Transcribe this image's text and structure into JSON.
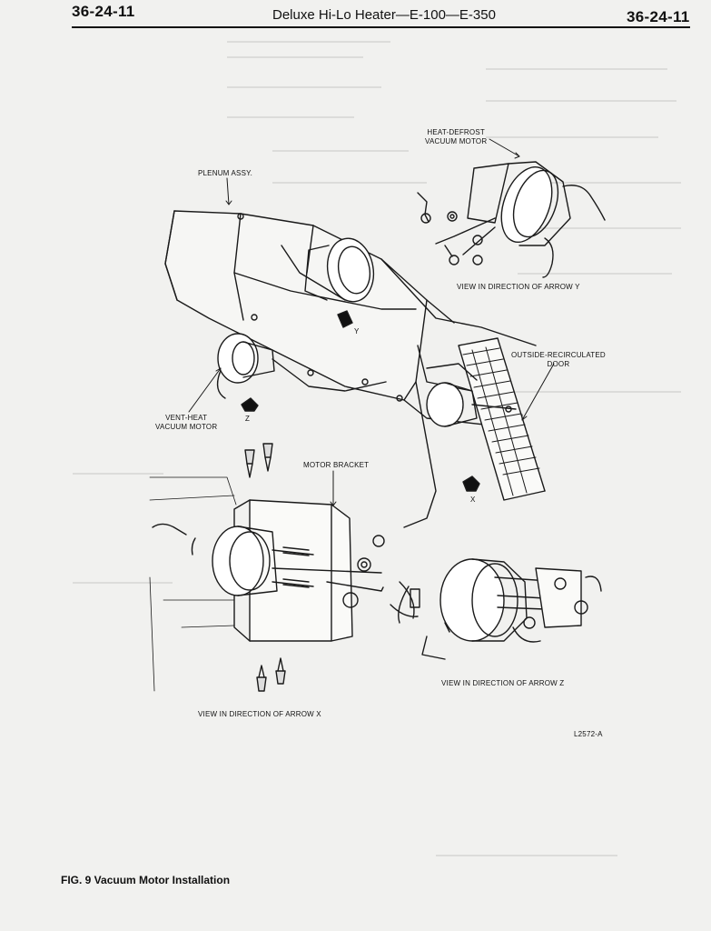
{
  "header": {
    "section_left": "36-24-11",
    "title": "Deluxe Hi-Lo Heater—E-100—E-350",
    "section_right": "36-24-11"
  },
  "figure": {
    "labels": {
      "heat_defrost": "HEAT-DEFROST\nVACUUM MOTOR",
      "plenum": "PLENUM ASSY.",
      "view_y": "VIEW IN DIRECTION OF ARROW Y",
      "outside_recirc": "OUTSIDE-RECIRCULATED\nDOOR",
      "arrow_y": "Y",
      "vent_heat": "VENT-HEAT\nVACUUM MOTOR",
      "arrow_z": "Z",
      "arrow_x": "X",
      "motor_bracket": "MOTOR BRACKET",
      "view_z": "VIEW IN DIRECTION OF ARROW Z",
      "view_x": "VIEW IN DIRECTION OF ARROW X",
      "code": "L2572-A"
    },
    "caption": "FIG. 9 Vacuum Motor Installation"
  }
}
